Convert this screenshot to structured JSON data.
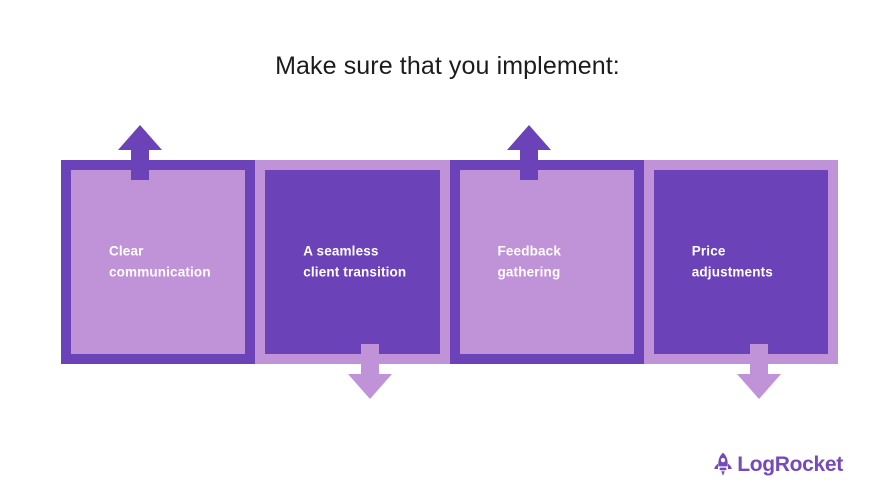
{
  "title": "Make sure that you implement:",
  "colors": {
    "light_purple": "#c092d8",
    "dark_purple": "#6b42b8",
    "label_text": "#ffffff",
    "title_text": "#1c1c1c",
    "background": "#ffffff",
    "brand": "#764abc"
  },
  "steps": [
    {
      "label": "Clear\ncommunication",
      "style": "light",
      "arrow": "up",
      "arrow_color": "#6b42b8"
    },
    {
      "label": "A seamless\nclient transition",
      "style": "dark",
      "arrow": "down",
      "arrow_color": "#c092d8"
    },
    {
      "label": "Feedback\ngathering",
      "style": "light",
      "arrow": "up",
      "arrow_color": "#6b42b8"
    },
    {
      "label": "Price\nadjustments",
      "style": "dark",
      "arrow": "down",
      "arrow_color": "#c092d8"
    }
  ],
  "branding": {
    "name": "LogRocket",
    "icon": "rocket-icon"
  }
}
